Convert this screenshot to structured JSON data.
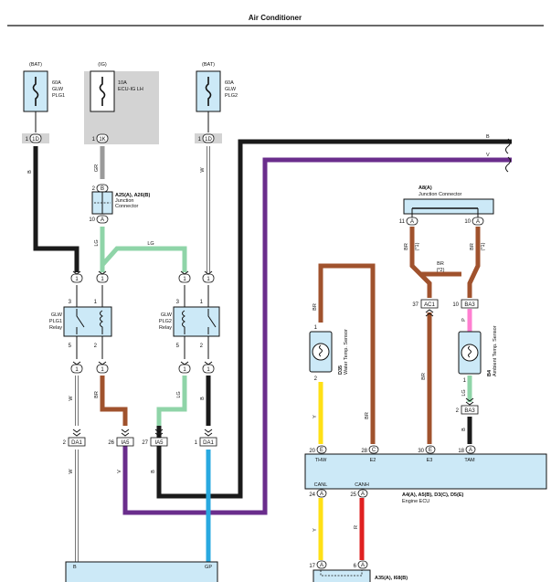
{
  "page_title": "Air Conditioner",
  "colors": {
    "B": "#1a1a1a",
    "V": "#6a2d8c",
    "LG": "#8fd4a8",
    "BR": "#a0522d",
    "GR": "#9a9a9a",
    "Y": "#ffe015",
    "R": "#e02020",
    "SB": "#29a9e0",
    "W": "#ffffff",
    "P": "#ff7fd1",
    "box_fill": "#cce9f7",
    "shade": "#d3d3d3"
  },
  "fuses": [
    {
      "source": "(BAT)",
      "rating": "60A",
      "line2": "GLW",
      "line3": "PLG1",
      "pin": "1",
      "conn": "1D"
    },
    {
      "source": "(IG)",
      "rating": "10A",
      "line2": "ECU-IG LH",
      "line3": "",
      "pin": "1",
      "conn": "1K"
    },
    {
      "source": "(BAT)",
      "rating": "60A",
      "line2": "GLW",
      "line3": "PLG2",
      "pin": "1",
      "conn": "1D"
    }
  ],
  "junction_left": {
    "id": "A25(A), A26(B)",
    "line2": "Junction",
    "line3": "Connector",
    "pin_top": "2",
    "conn_top": "B",
    "pin_bot": "10",
    "conn_bot": "A"
  },
  "junction_right": {
    "id": "A8(A)",
    "name": "Junction Connector",
    "pin_left": "11",
    "conn_left": "A",
    "pin_right": "10",
    "conn_right": "A"
  },
  "relays": [
    {
      "l1": "GLW",
      "l2": "PLG1",
      "l3": "Relay",
      "pins": [
        "3",
        "1",
        "5",
        "2"
      ]
    },
    {
      "l1": "GLW",
      "l2": "PLG2",
      "l3": "Relay",
      "pins": [
        "3",
        "1",
        "5",
        "2"
      ]
    }
  ],
  "wires": {
    "B": "B",
    "V": "V",
    "GR": "GR",
    "LG": "LG",
    "W": "W",
    "BR": "BR",
    "Y": "Y",
    "R": "R",
    "P": "P",
    "pl1": "(*1)",
    "pl2": "(*2)"
  },
  "conns_low": [
    {
      "pin": "2",
      "id": "DA1"
    },
    {
      "pin": "26",
      "id": "IA5"
    },
    {
      "pin": "27",
      "id": "IA5"
    },
    {
      "pin": "1",
      "id": "DA1"
    }
  ],
  "sensors": [
    {
      "id": "D35",
      "name": "Water Temp. Sensor",
      "pin_top": "1",
      "pin_bot": "2"
    },
    {
      "id": "B4",
      "name": "Ambient Temp. Sensor",
      "pin_top": "2",
      "pin_bot": "1"
    }
  ],
  "conns_mid": [
    {
      "pin": "37",
      "id": "AC1"
    },
    {
      "pin": "10",
      "id": "BA3"
    },
    {
      "pin": "2",
      "id": "BA3"
    }
  ],
  "ecu": {
    "pins": [
      {
        "pin": "20",
        "conn": "E",
        "label": "THW"
      },
      {
        "pin": "28",
        "conn": "C",
        "label": "E2"
      },
      {
        "pin": "30",
        "conn": "E",
        "label": "E3"
      },
      {
        "pin": "18",
        "conn": "A",
        "label": "TAM"
      }
    ],
    "bot_pins": [
      {
        "pin": "24",
        "conn": "A",
        "label": "CANL"
      },
      {
        "pin": "25",
        "conn": "A",
        "label": "CANH"
      }
    ],
    "id": "A4(A), A5(B), D3(C), D5(E)",
    "name": "Engine ECU"
  },
  "bottom_box": {
    "left": "B",
    "right": "GP"
  },
  "bottom_conn": {
    "id": "A35(A), I68(B)",
    "pins": [
      {
        "pin": "17",
        "conn": "A"
      },
      {
        "pin": "6",
        "conn": "A"
      }
    ]
  }
}
